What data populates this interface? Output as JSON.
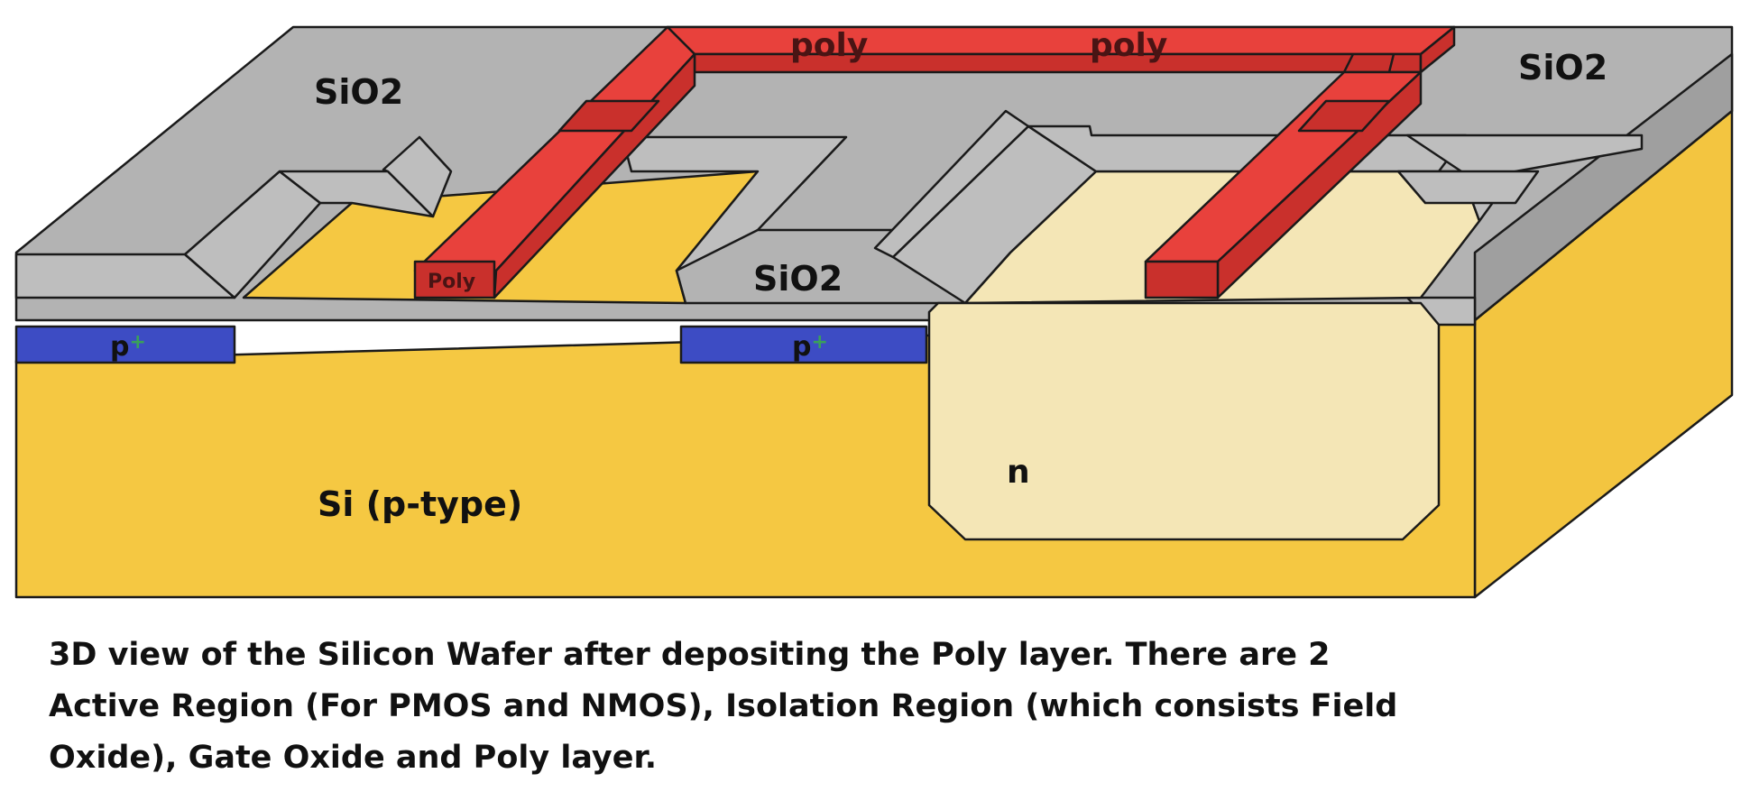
{
  "diagram": {
    "labels": {
      "sio2_left": "SiO2",
      "sio2_center": "SiO2",
      "sio2_right": "SiO2",
      "poly_left": "poly",
      "poly_right": "poly",
      "poly_end": "Poly",
      "p_plus_left": "p",
      "p_plus_right": "p",
      "plus_sign": "+",
      "n_well": "n",
      "substrate": "Si (p-type)"
    },
    "colors": {
      "oxide": "#b3b3b3",
      "oxide_light": "#bebebe",
      "oxide_dark": "#9f9f9f",
      "poly": "#e8413c",
      "poly_dark": "#c9302c",
      "substrate": "#f5c842",
      "substrate_side": "#f3c540",
      "n_well": "#f4e6b6",
      "p_plus": "#3d4cc4",
      "outline": "#1a1a1a"
    }
  },
  "caption": {
    "line1": "3D view of the Silicon Wafer after depositing the Poly layer. There are 2",
    "line2": "Active Region (For PMOS and NMOS), Isolation Region (which consists Field",
    "line3": "Oxide), Gate Oxide and Poly layer."
  }
}
